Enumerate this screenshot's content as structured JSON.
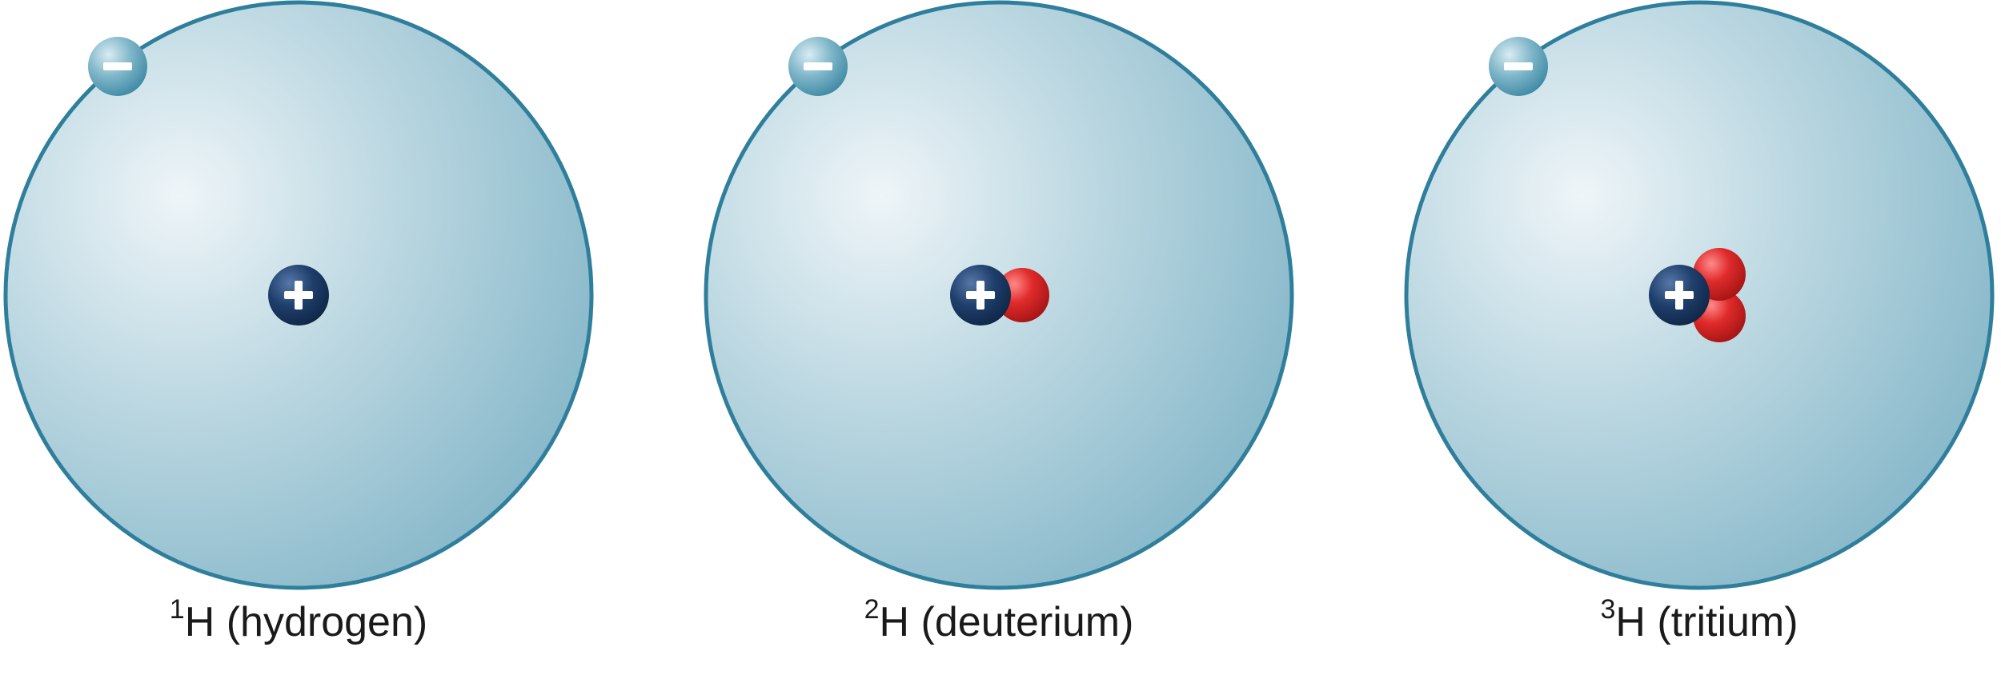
{
  "atoms": [
    {
      "mass_number": "1",
      "symbol": "H",
      "name": "(hydrogen)",
      "protons": 1,
      "neutrons": 0,
      "electrons": 1
    },
    {
      "mass_number": "2",
      "symbol": "H",
      "name": "(deuterium)",
      "protons": 1,
      "neutrons": 1,
      "electrons": 1
    },
    {
      "mass_number": "3",
      "symbol": "H",
      "name": "(tritium)",
      "protons": 1,
      "neutrons": 2,
      "electrons": 1
    }
  ],
  "colors": {
    "cloud_light": "#e8f1f5",
    "cloud_mid": "#b6d4df",
    "cloud_dark": "#7fb3c6",
    "cloud_outline": "#2f7f9c",
    "proton": "#1d3b66",
    "neutron": "#d42a2a",
    "electron": "#5c9fb6"
  }
}
